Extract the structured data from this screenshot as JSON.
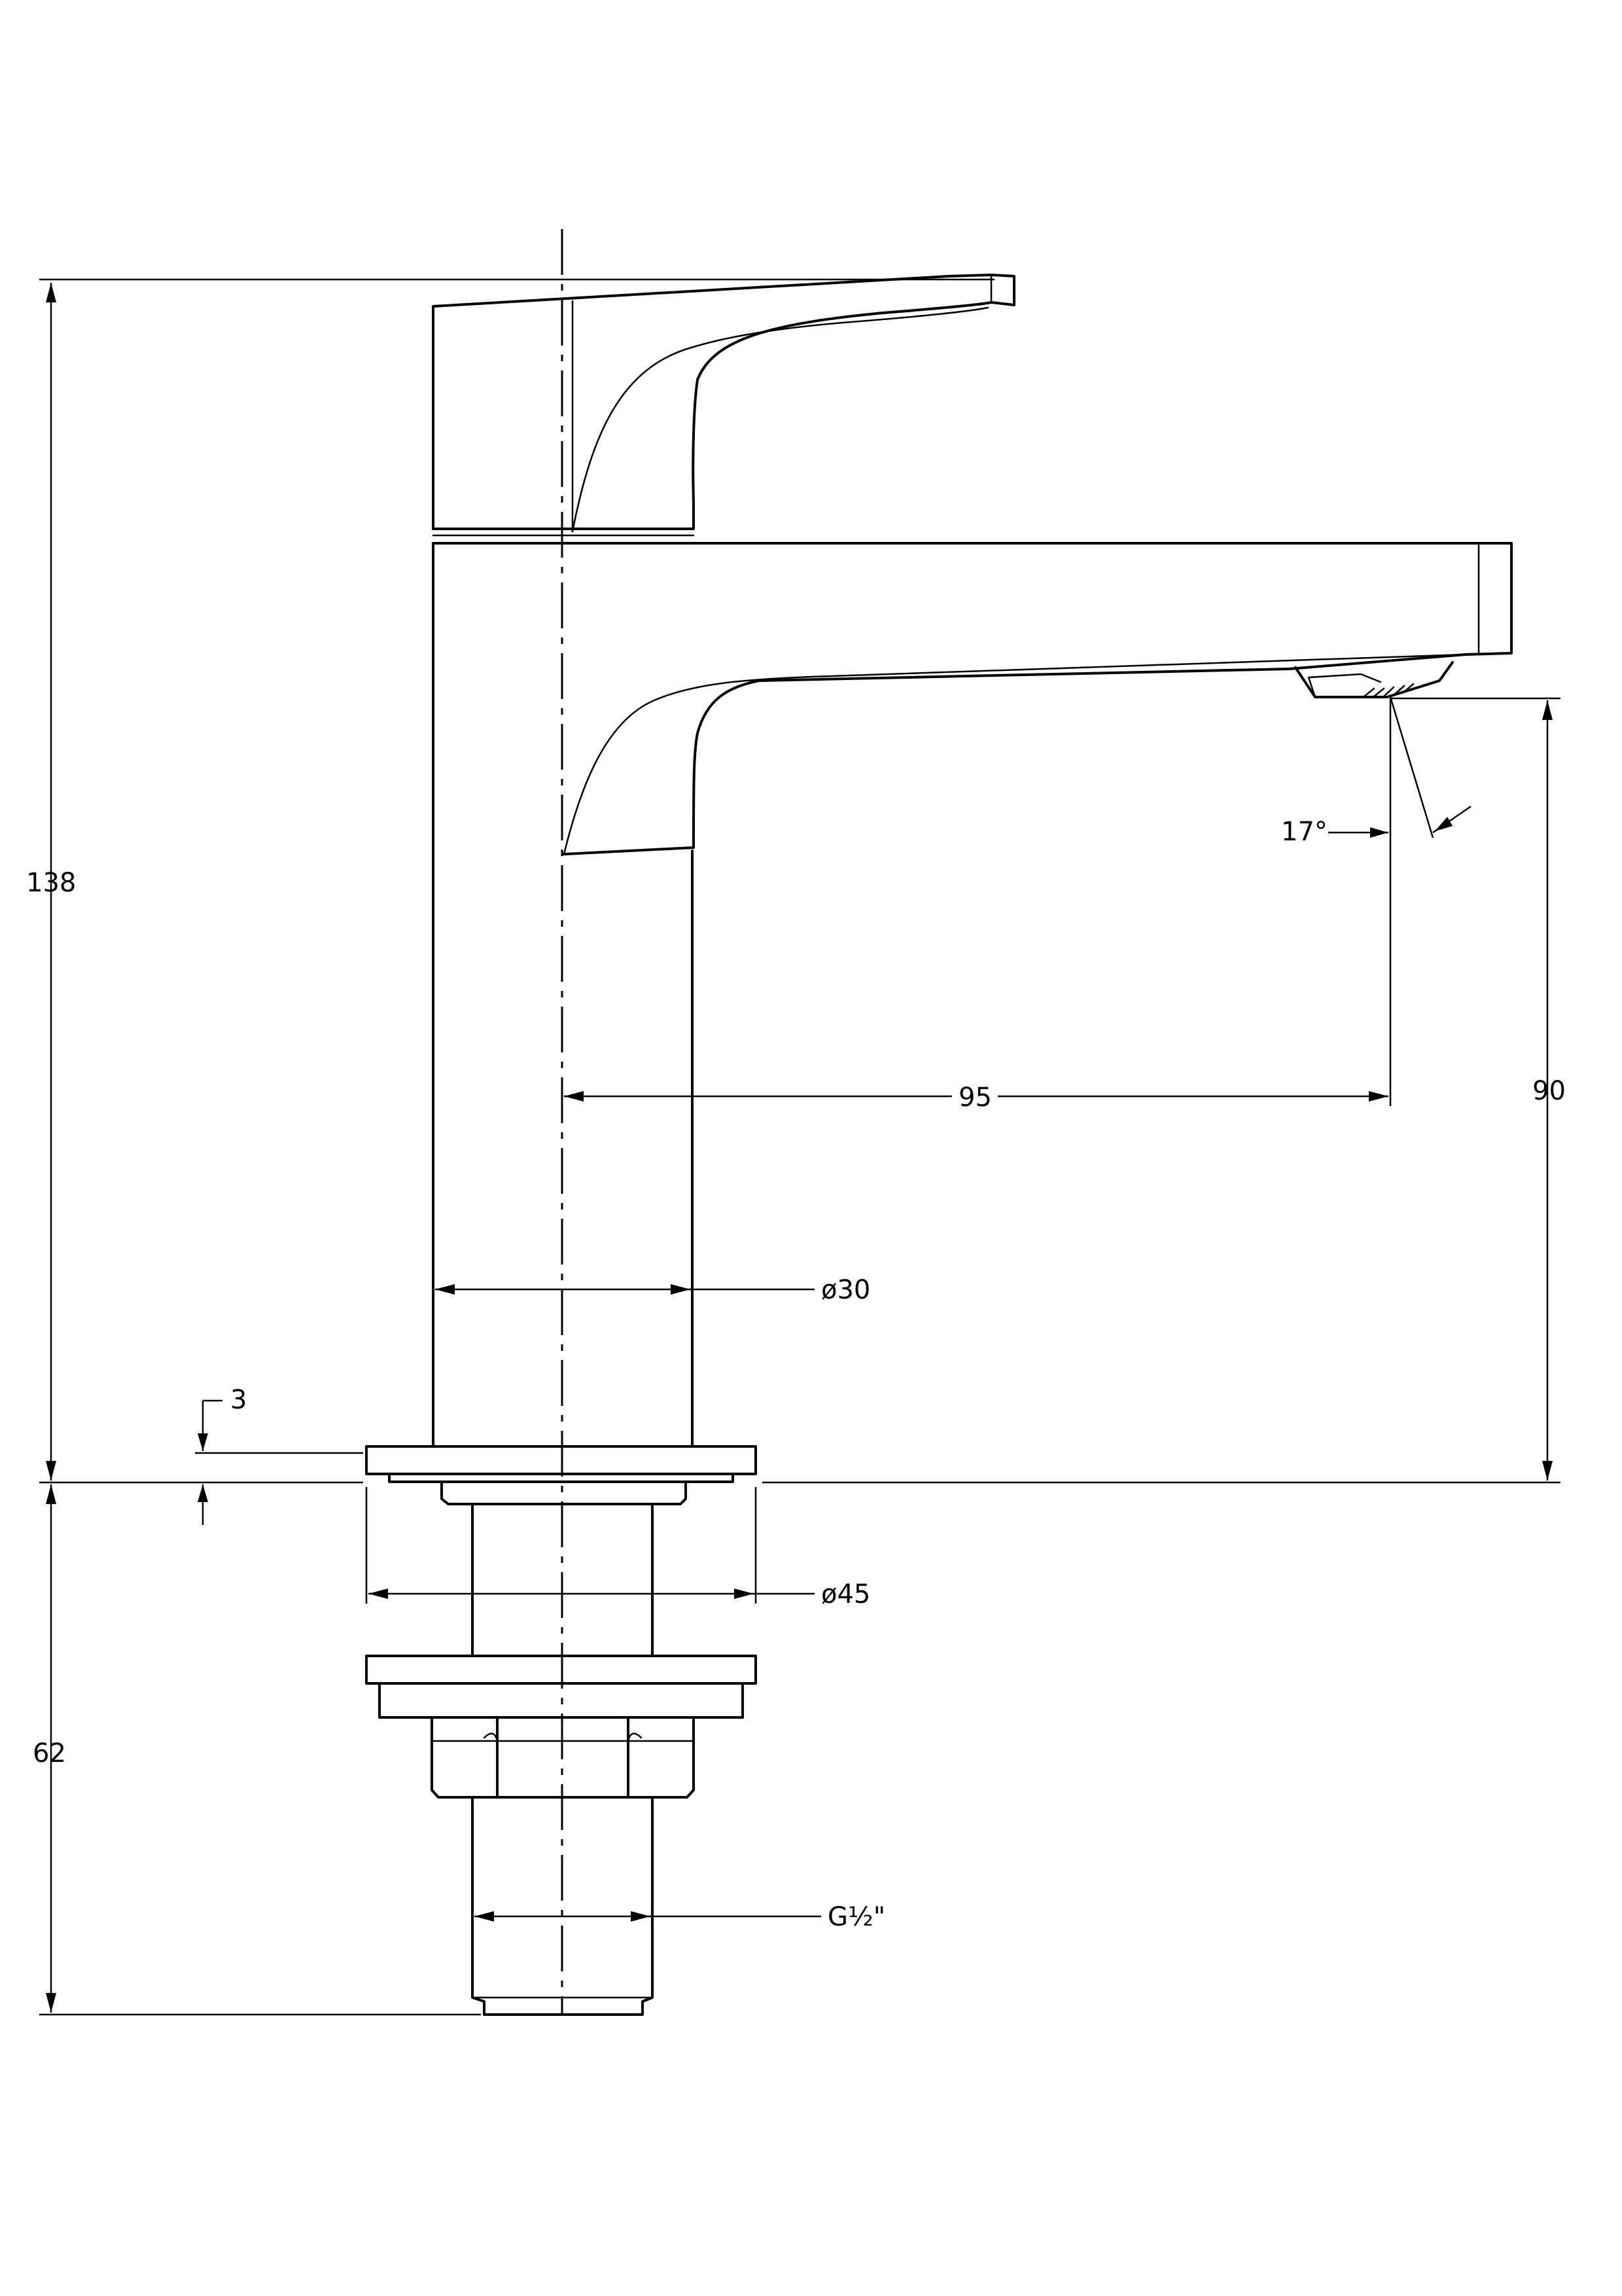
{
  "dimensions": {
    "total_height": "138",
    "lower_height": "62",
    "spout_height": "90",
    "spout_reach": "95",
    "spout_angle": "17°",
    "body_diameter": "ø30",
    "base_diameter": "ø45",
    "thread_size": "G½\"",
    "flange_thickness": "3"
  }
}
